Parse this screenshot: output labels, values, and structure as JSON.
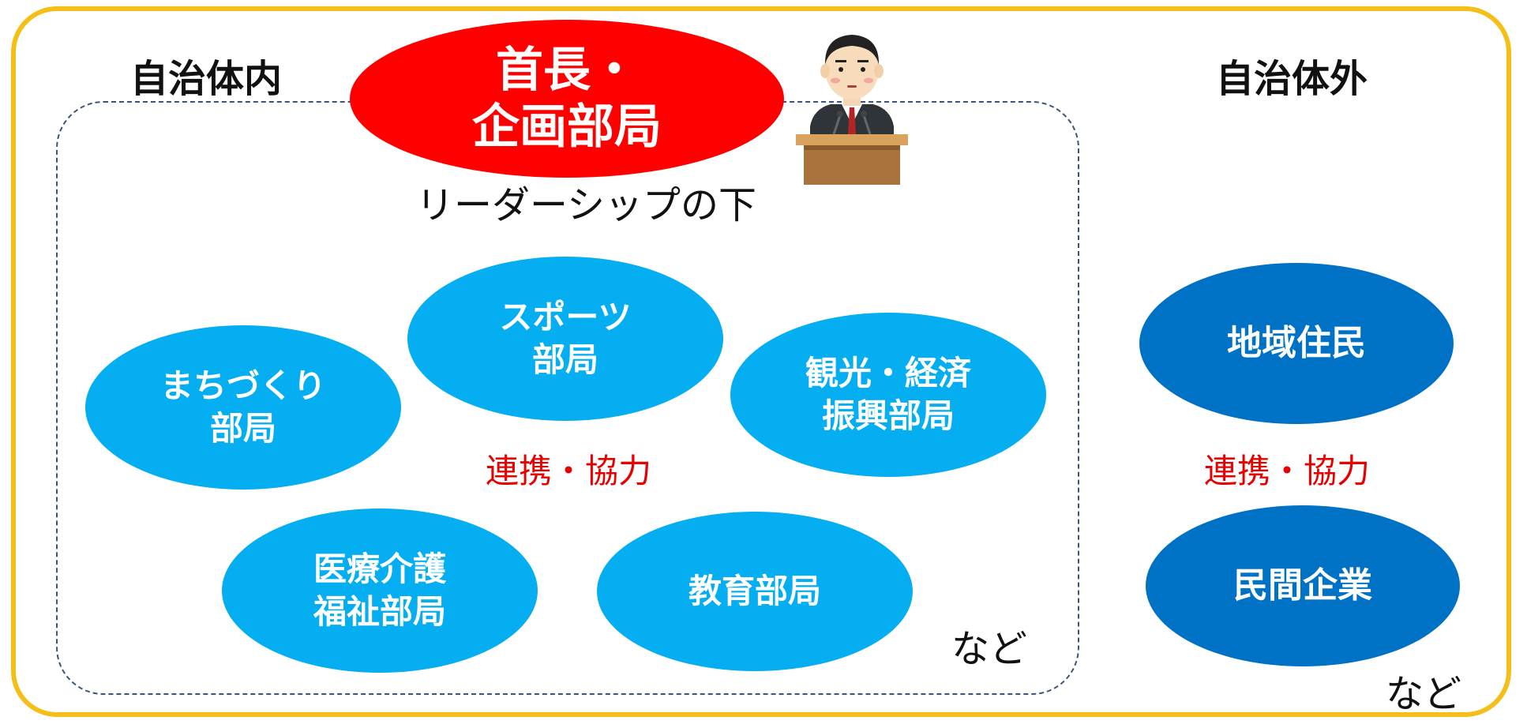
{
  "labels": {
    "inside": "自治体内",
    "outside": "自治体外"
  },
  "leader": {
    "line1": "首長・",
    "line2": "企画部局",
    "caption": "リーダーシップの下"
  },
  "departments": [
    {
      "line1": "まちづくり",
      "line2": "部局"
    },
    {
      "line1": "スポーツ",
      "line2": "部局"
    },
    {
      "line1": "観光・経済",
      "line2": "振興部局"
    },
    {
      "line1": "医療介護",
      "line2": "福祉部局"
    },
    {
      "line1": "教育部局"
    }
  ],
  "external": [
    {
      "line1": "地域住民"
    },
    {
      "line1": "民間企業"
    }
  ],
  "cooperation": {
    "inside": "連携・協力",
    "outside": "連携・協力"
  },
  "etc": {
    "inside": "など",
    "outside": "など"
  },
  "colors": {
    "frame": "#f5bf19",
    "leader": "#ff0000",
    "department": "#05aef0",
    "external": "#0072c5",
    "cooperation_text": "#e60000"
  },
  "icons": {
    "speaker": "politician-at-podium-icon"
  }
}
